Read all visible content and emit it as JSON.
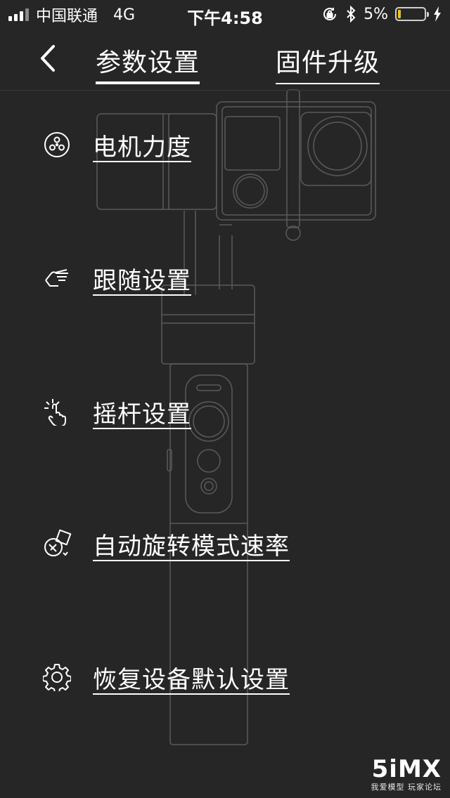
{
  "status_bar": {
    "carrier": "中国联通",
    "network": "4G",
    "time": "下午4:58",
    "battery_percent": "5%",
    "battery_level": 0.05
  },
  "nav": {
    "tabs": [
      {
        "label": "参数设置",
        "active": true
      },
      {
        "label": "固件升级",
        "active": false
      }
    ]
  },
  "menu": {
    "items": [
      {
        "label": "电机力度",
        "icon": "motor-icon"
      },
      {
        "label": "跟随设置",
        "icon": "hand-point-icon"
      },
      {
        "label": "摇杆设置",
        "icon": "tap-icon"
      },
      {
        "label": "自动旋转模式速率",
        "icon": "rotate-icon"
      },
      {
        "label": "恢复设备默认设置",
        "icon": "gear-icon"
      }
    ]
  },
  "watermark": {
    "logo": "5iMX",
    "subtitle": "我爱模型 玩家论坛"
  },
  "colors": {
    "background": "#262626",
    "text": "#ffffff",
    "battery_fill": "#f5c400"
  }
}
